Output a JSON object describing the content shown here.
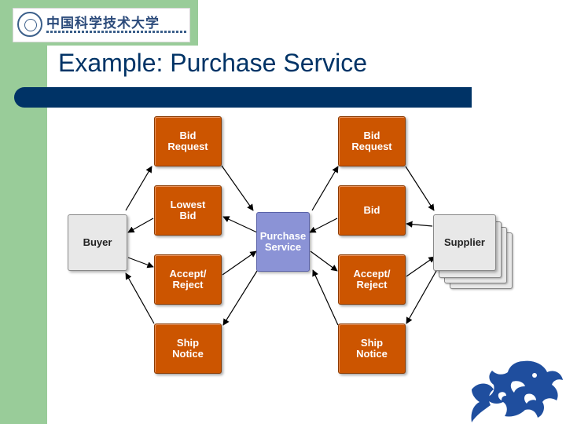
{
  "header": {
    "logo_chinese": "中国科学技术大学",
    "title": "Example: Purchase Service"
  },
  "diagram": {
    "buyer": "Buyer",
    "supplier": "Supplier",
    "service": "Purchase\nService",
    "buyer_side": [
      "Bid\nRequest",
      "Lowest\nBid",
      "Accept/\nReject",
      "Ship\nNotice"
    ],
    "supplier_side": [
      "Bid\nRequest",
      "Bid",
      "Accept/\nReject",
      "Ship\nNotice"
    ]
  },
  "colors": {
    "sidebar": "#99cc99",
    "title": "#003366",
    "title_bar": "#003366",
    "message_box": "#cc5500",
    "service_box": "#8b93d6",
    "party_box": "#e8e8e8",
    "emblem": "#1f4e9e"
  }
}
